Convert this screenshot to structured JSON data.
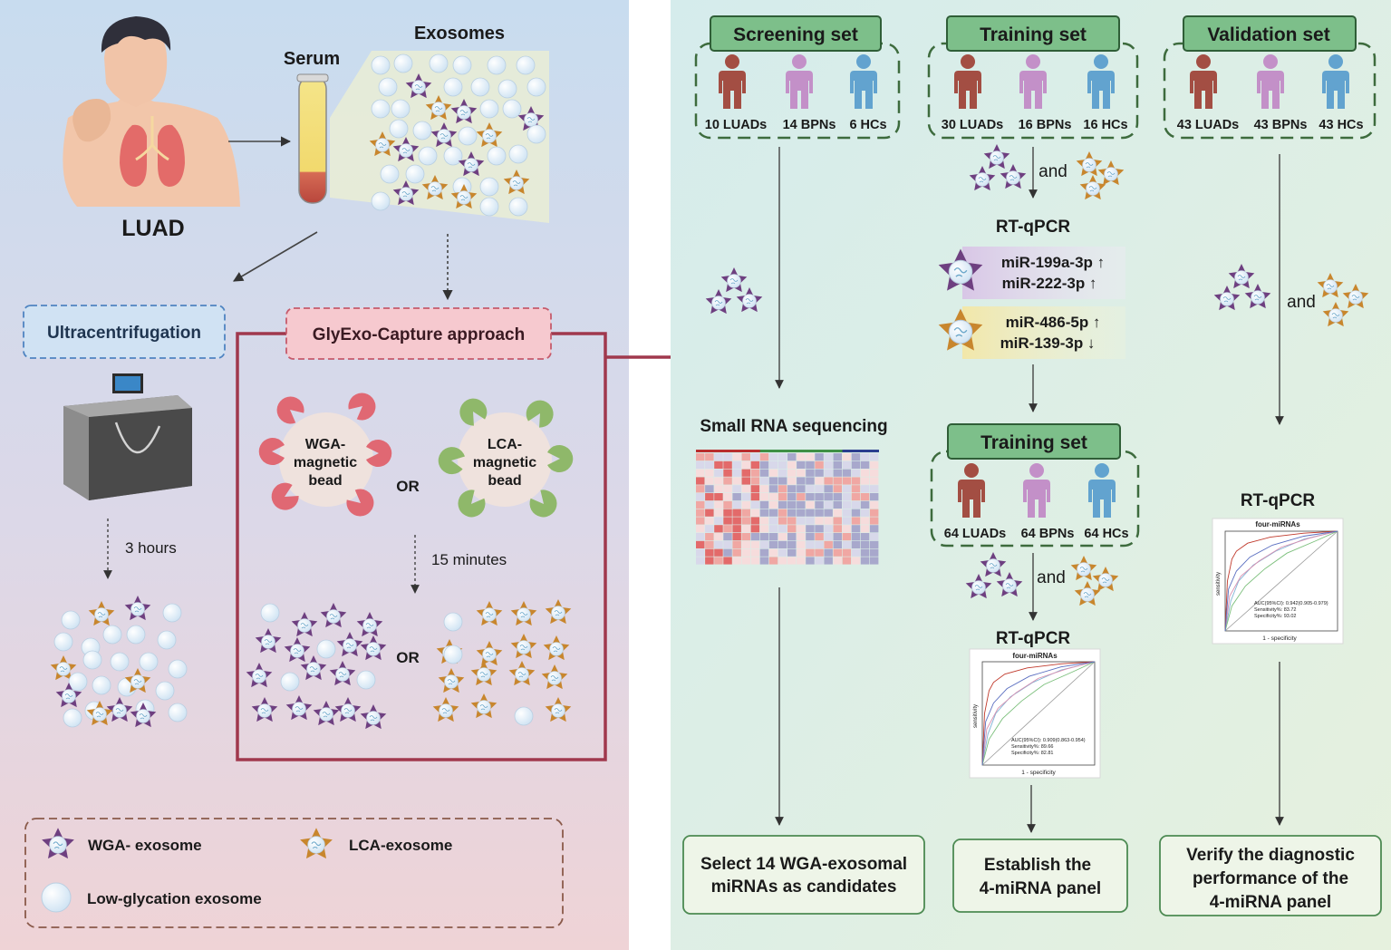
{
  "left": {
    "luad_label": "LUAD",
    "serum_label": "Serum",
    "exosomes_label": "Exosomes",
    "ultracentrifugation_label": "Ultracentrifugation",
    "glyexo_label": "GlyExo-Capture approach",
    "three_hours": "3 hours",
    "fifteen_minutes": "15 minutes",
    "wga_bead": [
      "WGA-",
      "magnetic",
      "bead"
    ],
    "lca_bead": [
      "LCA-",
      "magnetic",
      "bead"
    ],
    "or_label": "OR"
  },
  "legend": {
    "wga": "WGA- exosome",
    "lca": "LCA-exosome",
    "low": "Low-glycation exosome"
  },
  "sets": {
    "screening": {
      "title": "Screening set",
      "groups": [
        "10 LUADs",
        "14 BPNs",
        "6 HCs"
      ]
    },
    "training1": {
      "title": "Training set",
      "groups": [
        "30 LUADs",
        "16 BPNs",
        "16 HCs"
      ]
    },
    "validation": {
      "title": "Validation set",
      "groups": [
        "43 LUADs",
        "43 BPNs",
        "43 HCs"
      ]
    },
    "training2": {
      "title": "Training set",
      "groups": [
        "64 LUADs",
        "64 BPNs",
        "64 HCs"
      ]
    }
  },
  "flow": {
    "and_label": "and",
    "rtqpcr": "RT-qPCR",
    "wga_mirnas": [
      "miR-199a-3p ↑",
      "miR-222-3p ↑"
    ],
    "lca_mirnas": [
      "miR-486-5p ↑",
      "miR-139-3p ↓"
    ],
    "sequencing": "Small RNA sequencing"
  },
  "roc": {
    "title": "four-miRNAs",
    "y_label": "sensitivity",
    "x_label": "1 - specificity",
    "training_stats": [
      "AUC(95%CI): 0.909(0.863-0.954)",
      "Sensitivity%: 89.66",
      "Specificity%: 82.81"
    ],
    "validation_stats": [
      "AUC(95%CI): 0.942(0.905-0.979)",
      "Sensitivity%: 83.72",
      "Specificity%: 93.02"
    ]
  },
  "outcomes": {
    "select": [
      "Select 14 WGA-exosomal",
      "miRNAs as candidates"
    ],
    "establish": [
      "Establish the",
      "4-miRNA panel"
    ],
    "verify": [
      "Verify the diagnostic",
      "performance of the",
      "4-miRNA panel"
    ]
  },
  "colors": {
    "luad": "#a34e43",
    "bpn": "#c390c8",
    "hc": "#62a3cf",
    "wga_star": "#6e3f80",
    "lca_star": "#c8862d",
    "set_header": "#7dbf8a",
    "dashed_green": "#3d6b3d",
    "capture_frame": "#a0384d",
    "pink_label": "#f6c9cf"
  }
}
